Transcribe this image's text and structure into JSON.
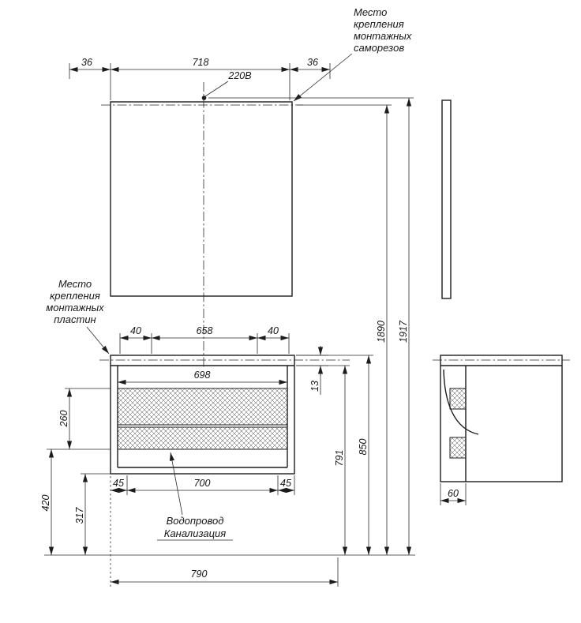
{
  "notes": {
    "screws": [
      "Место",
      "крепления",
      "монтажных",
      "саморезов"
    ],
    "plates": [
      "Место",
      "крепления",
      "монтажных",
      "пластин"
    ],
    "outlet": "220В",
    "plumbing": [
      "Водопровод",
      "Канализация"
    ]
  },
  "dims": {
    "top_left": "36",
    "top_center": "718",
    "top_right": "36",
    "plates_left": "40",
    "plates_center": "658",
    "plates_right": "40",
    "inner_width": "698",
    "rail_height": "13",
    "drawer_block": "260",
    "under_block": "420",
    "plumb_height": "317",
    "base_left": "45",
    "base_center": "700",
    "base_right": "45",
    "cabinet_height": "791",
    "top_height": "850",
    "mirror_mount_height": "1890",
    "total_height": "1917",
    "total_width": "790",
    "wall_gap": "60"
  },
  "colors": {
    "line": "#1c1c1c",
    "dim_line": "#2a2a2a",
    "background": "#ffffff"
  }
}
